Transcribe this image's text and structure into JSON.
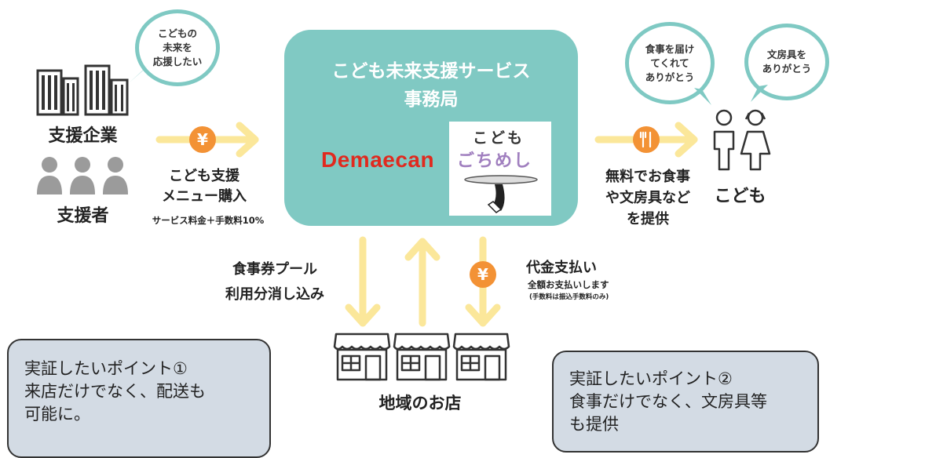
{
  "bubbles": {
    "companies": "こどもの\n未来を\n応援したい",
    "child_meal": "食事を届け\nてくれて\nありがとう",
    "child_stationery": "文房具を\nありがとう"
  },
  "center": {
    "title": "こども未来支援サービス\n事務局",
    "demaecan_logo": "Demaecan",
    "gochimeshi_line1": "こども",
    "gochimeshi_line2": "ごちめし"
  },
  "left": {
    "companies_label": "支援企業",
    "supporters_label": "支援者",
    "purchase_label": "こども支援\nメニュー購入",
    "purchase_note": "サービス料金＋手数料10%"
  },
  "right": {
    "provide_label": "無料でお食事\nや文房具など\nを提供",
    "children_label": "こども"
  },
  "bottom": {
    "voucher_label": "食事券プール\n利用分消し込み",
    "payment_label": "代金支払い",
    "payment_note1": "全額お支払いします",
    "payment_note2": "(手数料は振込手数料のみ)",
    "shops_label": "地域のお店",
    "yen_symbol": "¥"
  },
  "notes": {
    "point1": "実証したいポイント①\n来店だけでなく、配送も\n可能に。",
    "point2": "実証したいポイント②\n食事だけでなく、文房具等\nも提供"
  },
  "colors": {
    "teal": "#80c9c3",
    "arrow_yellow": "#fbe79a",
    "coin_orange": "#f39235",
    "note_bg": "#d3dbe4",
    "demaecan_red": "#e02a1f"
  },
  "icons": [
    "office-building-icon",
    "person-icon",
    "yen-coin-icon",
    "fork-knife-icon",
    "children-icon",
    "shop-icon",
    "arrow-icon",
    "waiter-tray-icon"
  ]
}
